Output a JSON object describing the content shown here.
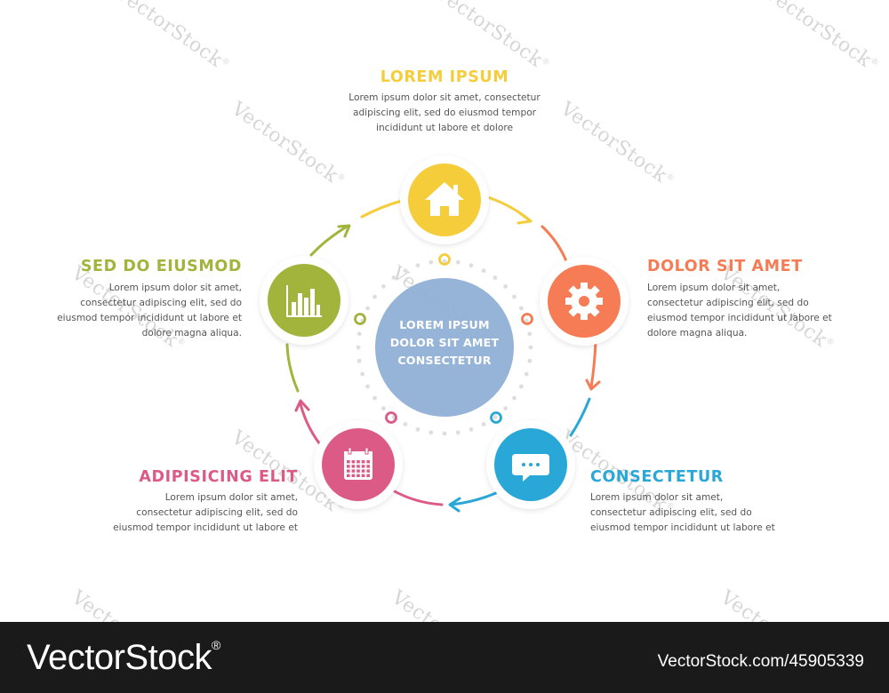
{
  "center": {
    "text": "LOREM IPSUM\nDOLOR SIT AMET\nCONSECTETUR",
    "color": "#8fb0d6"
  },
  "steps": [
    {
      "title": "LOREM IPSUM",
      "text": "Lorem ipsum dolor sit amet, consectetur\nadipiscing elit, sed do eiusmod tempor\nincididunt ut labore et dolore",
      "color": "#f5cd3a",
      "icon": "home-icon"
    },
    {
      "title": "DOLOR SIT AMET",
      "text": "Lorem ipsum dolor sit amet,\nconsectetur adipiscing elit, sed do\neiusmod tempor incididunt ut labore et\ndolore magna aliqua.",
      "color": "#f57c55",
      "icon": "gear-icon"
    },
    {
      "title": "CONSECTETUR",
      "text": "Lorem ipsum dolor sit amet,\nconsectetur adipiscing elit, sed do\neiusmod tempor incididunt ut labore et",
      "color": "#29a7d6",
      "icon": "chat-bubble-icon"
    },
    {
      "title": "ADIPISICING ELIT",
      "text": "Lorem ipsum dolor sit amet,\nconsectetur adipiscing elit, sed do\neiusmod tempor incididunt ut labore et",
      "color": "#dc5a86",
      "icon": "calendar-icon"
    },
    {
      "title": "SED DO EIUSMOD",
      "text": "Lorem ipsum dolor sit amet,\nconsectetur adipiscing elit, sed do\neiusmod tempor incididunt ut labore et\ndolore magna aliqua.",
      "color": "#a3b43d",
      "icon": "bar-chart-icon"
    }
  ],
  "watermark": {
    "text": "VectorStock",
    "mark": "®"
  },
  "footer": {
    "brand": "VectorStock",
    "mark": "®",
    "image_id": "VectorStock.com/45905339"
  }
}
